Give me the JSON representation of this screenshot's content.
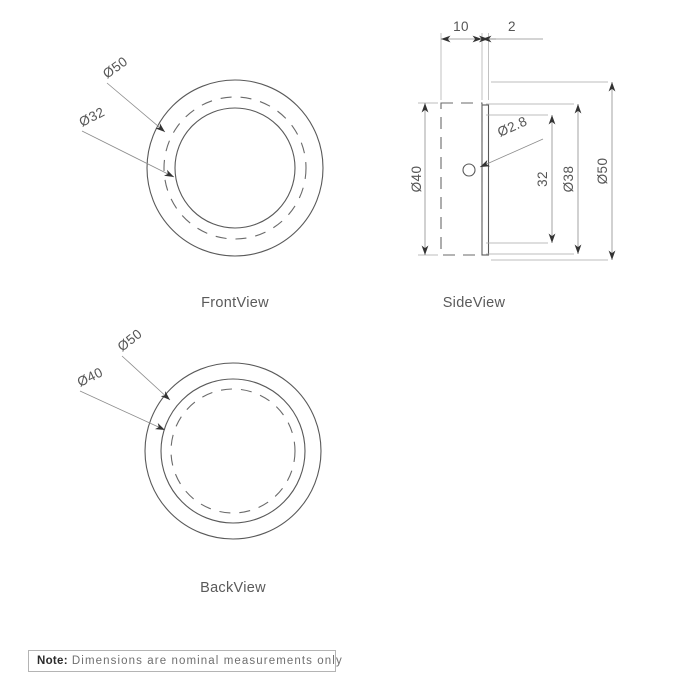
{
  "drawing": {
    "title": "Mechanical part orthographic drawing",
    "line_color": "#595959",
    "dim_color": "#8c8c8c",
    "hidden_color": "#6a6a6a",
    "background": "#ffffff"
  },
  "views": {
    "front": {
      "label": "FrontView",
      "callouts": [
        {
          "id": "front-d50",
          "text": "Ø50",
          "value": 50,
          "feature": "outer diameter"
        },
        {
          "id": "front-d32",
          "text": "Ø32",
          "value": 32,
          "feature": "inner bore diameter"
        }
      ],
      "circles": [
        {
          "name": "outer-circle",
          "diameter": 50,
          "style": "solid"
        },
        {
          "name": "hidden-circle",
          "diameter": 38,
          "style": "dashed"
        },
        {
          "name": "bore-circle",
          "diameter": 32,
          "style": "solid"
        }
      ]
    },
    "side": {
      "label": "SideView",
      "callouts": [
        {
          "id": "side-10",
          "text": "10",
          "value": 10,
          "feature": "body length"
        },
        {
          "id": "side-2",
          "text": "2",
          "value": 2,
          "feature": "flange thickness"
        },
        {
          "id": "side-d40",
          "text": "Ø40",
          "value": 40,
          "feature": "body diameter"
        },
        {
          "id": "side-d28",
          "text": "Ø2.8",
          "value": 2.8,
          "feature": "hole diameter"
        },
        {
          "id": "side-32",
          "text": "32",
          "value": 32,
          "feature": "bore diameter"
        },
        {
          "id": "side-d38",
          "text": "Ø38",
          "value": 38,
          "feature": "step diameter"
        },
        {
          "id": "side-d50",
          "text": "Ø50",
          "value": 50,
          "feature": "flange diameter"
        }
      ]
    },
    "back": {
      "label": "BackView",
      "callouts": [
        {
          "id": "back-d50",
          "text": "Ø50",
          "value": 50,
          "feature": "outer diameter"
        },
        {
          "id": "back-d40",
          "text": "Ø40",
          "value": 40,
          "feature": "recess diameter"
        }
      ],
      "circles": [
        {
          "name": "outer-circle",
          "diameter": 50,
          "style": "solid"
        },
        {
          "name": "recess-circle",
          "diameter": 40,
          "style": "solid"
        },
        {
          "name": "hidden-circle",
          "diameter": 34,
          "style": "dashed"
        }
      ]
    }
  },
  "note": {
    "label": "Note:",
    "text": "Dimensions are nominal measurements only"
  }
}
